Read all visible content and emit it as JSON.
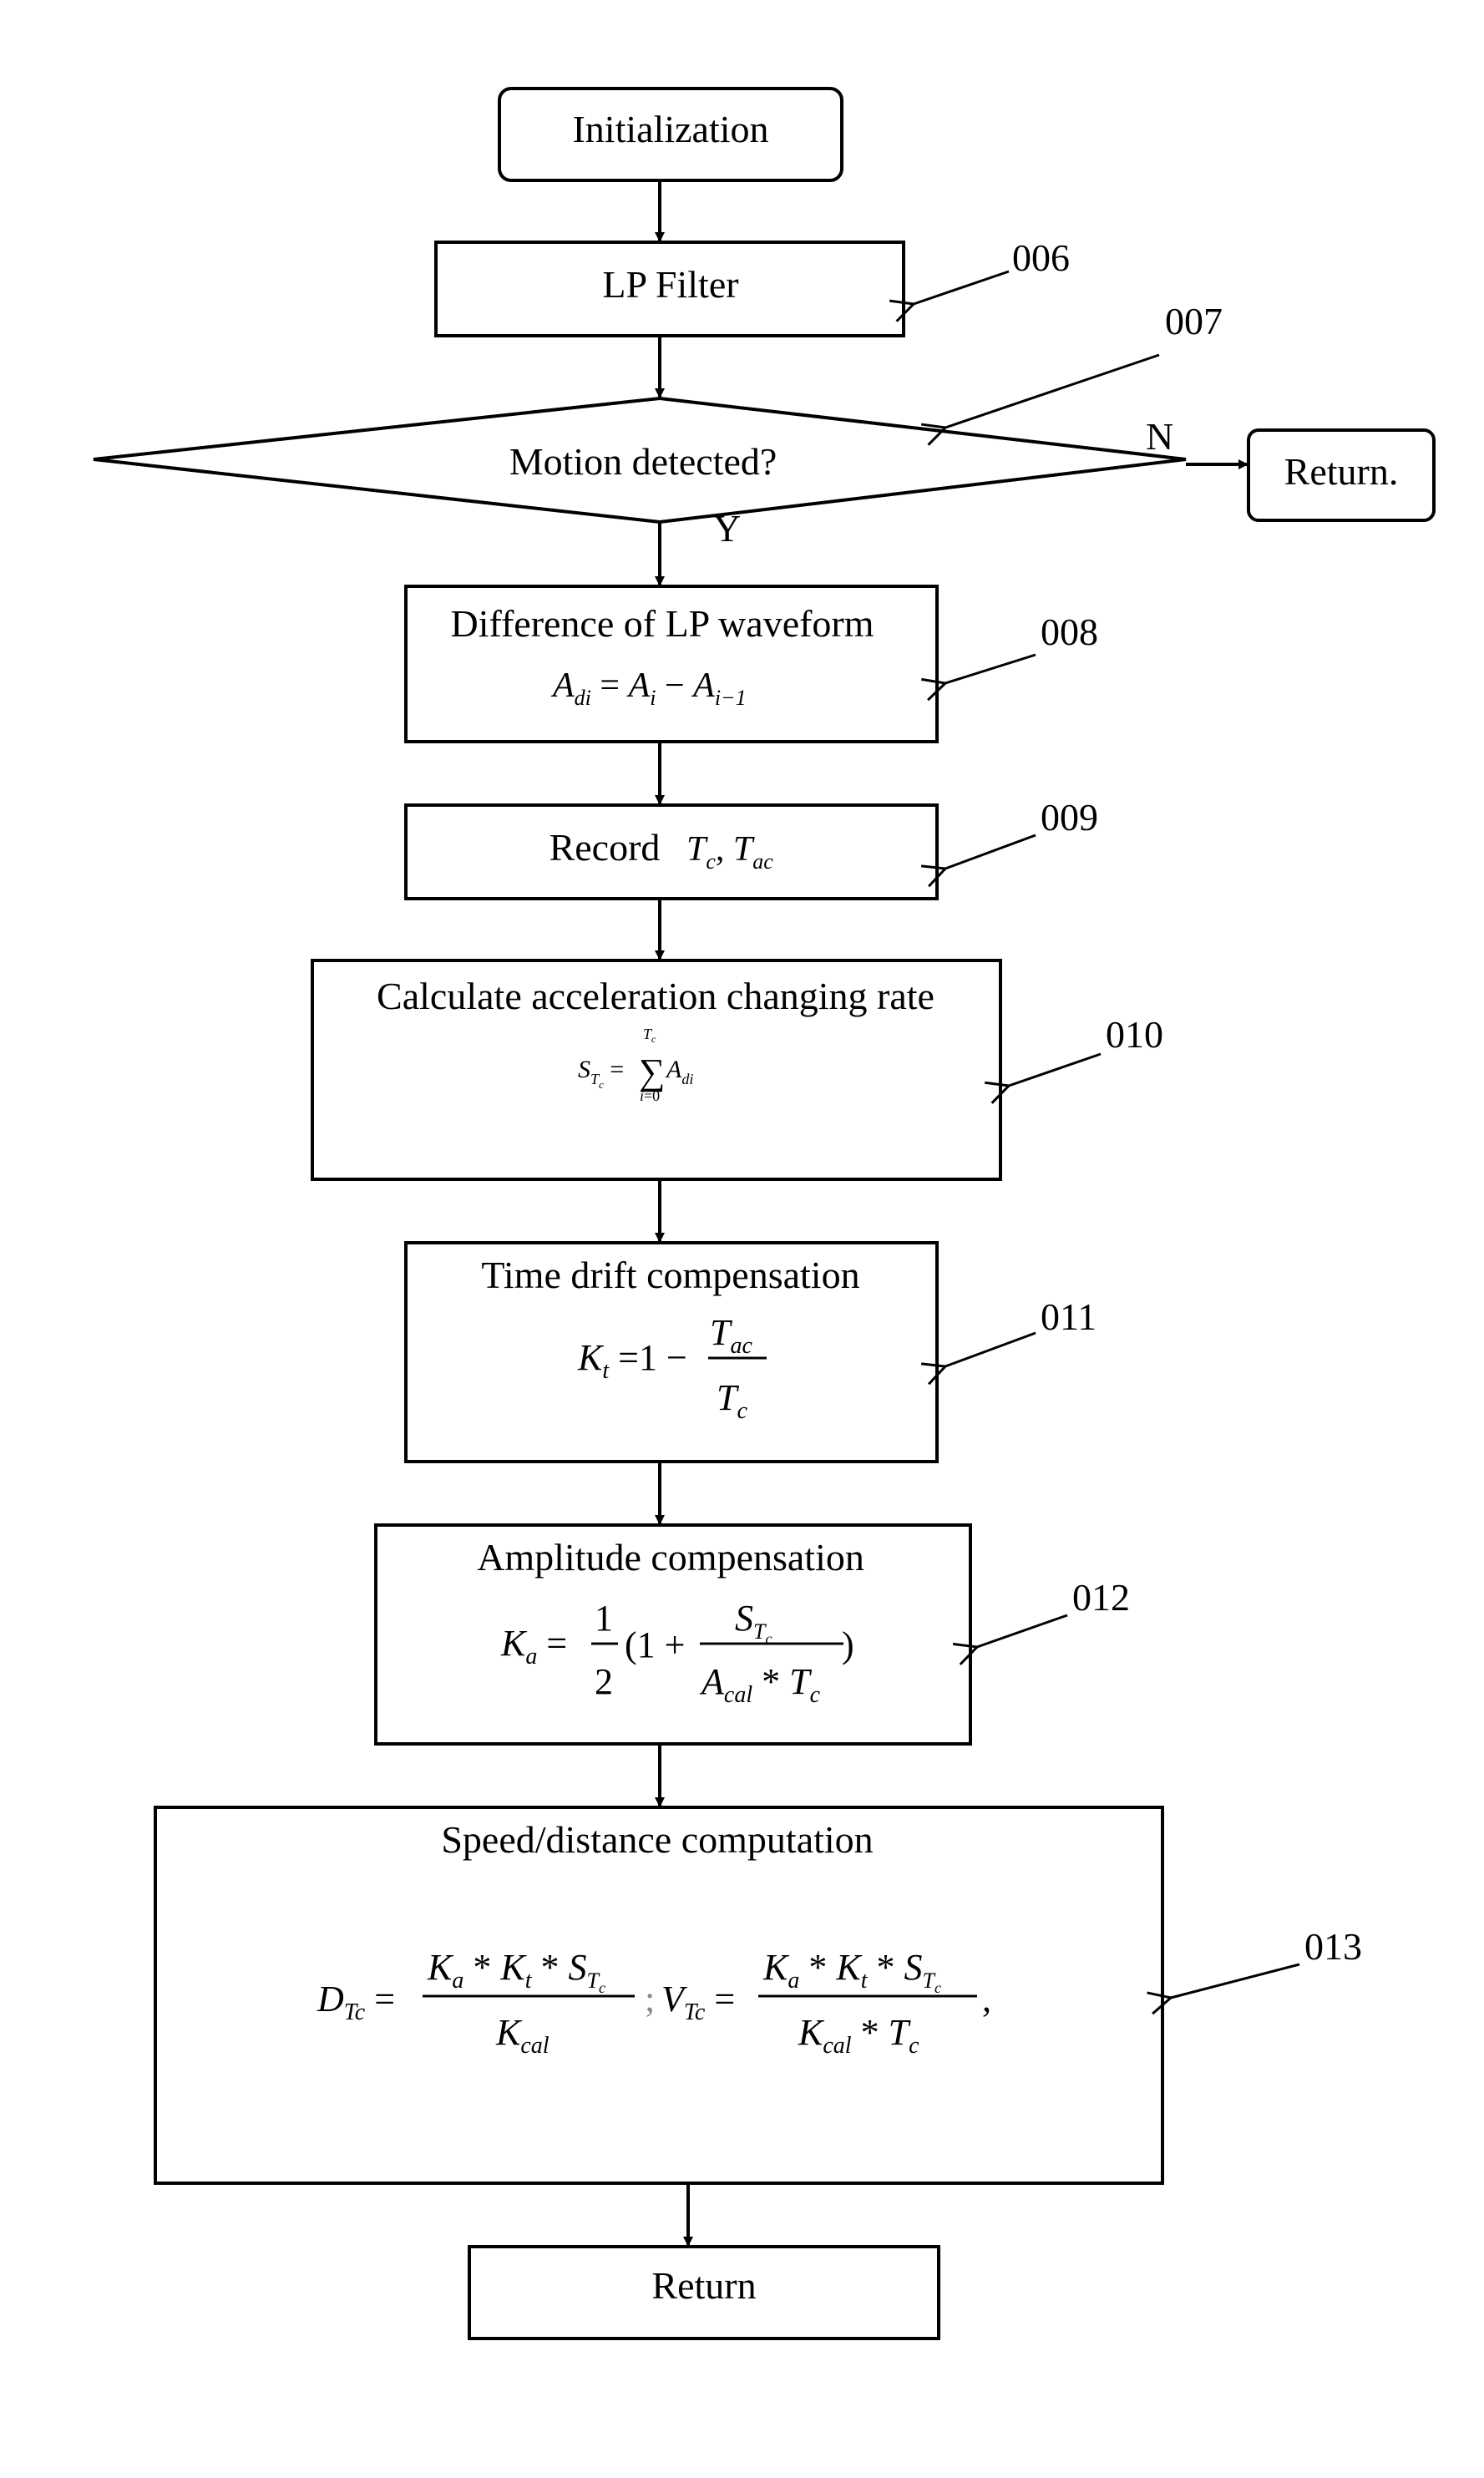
{
  "nodes": {
    "init": "Initialization",
    "lp_filter": "LP Filter",
    "decision": "Motion detected?",
    "return_n": "Return.",
    "diff": "Difference of LP waveform",
    "record": "Record",
    "calc": "Calculate acceleration changing rate",
    "time_drift": "Time drift compensation",
    "amplitude": "Amplitude compensation",
    "speed": "Speed/distance computation",
    "return_end": "Return"
  },
  "labels": {
    "yes": "Y",
    "no": "N"
  },
  "refs": {
    "r006": "006",
    "r007": "007",
    "r008": "008",
    "r009": "009",
    "r010": "010",
    "r011": "011",
    "r012": "012",
    "r013": "013"
  },
  "colors": {
    "stroke": "#000000",
    "background": "#ffffff"
  }
}
